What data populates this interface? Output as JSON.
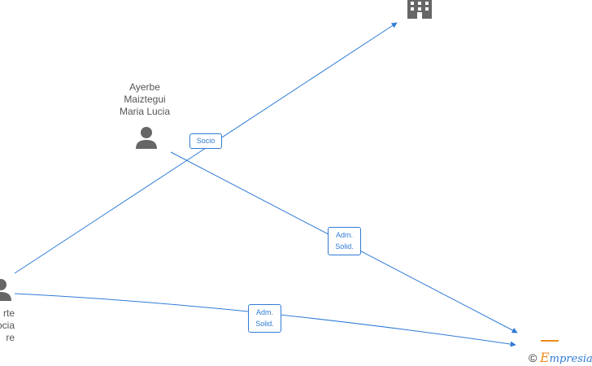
{
  "colors": {
    "edge": "#2f7bd6",
    "icon": "#666666",
    "text": "#555555",
    "brand_orange": "#f08a1c"
  },
  "nodes": {
    "person_top": {
      "lines": [
        "Ayerbe",
        "Maiztegui",
        "Maria Lucia"
      ],
      "icon": "person-icon"
    },
    "person_left": {
      "lines": [
        "rte",
        "ocia",
        "re"
      ],
      "icon": "person-icon"
    },
    "company_top": {
      "icon": "building-icon"
    },
    "company_bottom": {
      "icon": "building-icon"
    }
  },
  "edges": {
    "socio": {
      "label": "Socio"
    },
    "adm1": {
      "line1": "Adm.",
      "line2": "Solid."
    },
    "adm2": {
      "line1": "Adm.",
      "line2": "Solid."
    }
  },
  "watermark": {
    "symbol": "©",
    "brand_first": "E",
    "brand_rest": "mpresia"
  }
}
